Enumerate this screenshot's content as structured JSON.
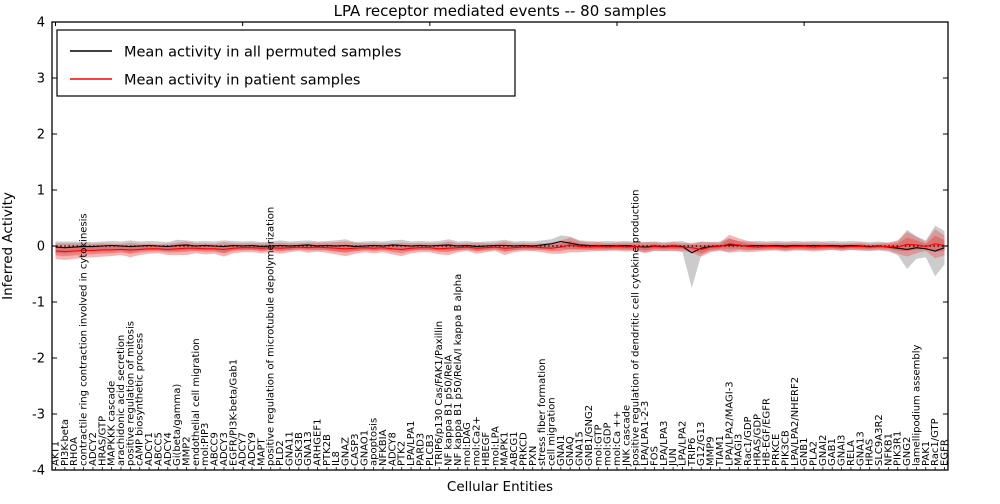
{
  "title": "LPA receptor mediated events -- 80 samples",
  "axes": {
    "ylabel": "Inferred Activity",
    "xlabel": "Cellular Entities",
    "yticks": [
      "4",
      "3",
      "2",
      "1",
      "0",
      "-1",
      "-2",
      "-3",
      "-4"
    ],
    "ylim": [
      -4,
      4
    ]
  },
  "legend": {
    "items": [
      {
        "label": "Mean activity in all permuted samples",
        "color": "#000000"
      },
      {
        "label": "Mean activity in patient samples",
        "color": "#ff0000"
      }
    ]
  },
  "colors": {
    "permuted_line": "#000000",
    "patient_line": "#ff0000",
    "patient_band": "rgba(235,90,90,0.45)",
    "patient_band_inner": "rgba(225,50,50,0.38)",
    "permuted_band": "rgba(110,110,110,0.35)",
    "spine": "#000000",
    "background": "#ffffff"
  },
  "chart_data": {
    "type": "line",
    "title": "LPA receptor mediated events -- 80 samples",
    "xlabel": "Cellular Entities",
    "ylabel": "Inferred Activity",
    "ylim": [
      -4,
      4
    ],
    "grid": false,
    "legend_position": "upper left",
    "zero_line": {
      "style": "dotted",
      "color": "#000000",
      "y": 0
    },
    "categories": [
      "AKT1",
      "PI3K-beta",
      "RHOA",
      "contractile ring contraction involved in cytokinesis",
      "ADCY2",
      "HRAS/GTP",
      "MAPKKK cascade",
      "arachidonic acid secretion",
      "positive regulation of mitosis",
      "cAMP biosynthetic process",
      "ADCY1",
      "ABCC5",
      "ADCY4",
      "Gi(beta/gamma)",
      "MMP2",
      "endothelial cell migration",
      "mol:PIP3",
      "ABCC9",
      "ADCY3",
      "EGFR/PI3K-beta/Gab1",
      "ADCY7",
      "ADCY9",
      "MAPT",
      "positive regulation of microtubule depolymerization",
      "PLD2",
      "GNA11",
      "GSK3B",
      "GNA13",
      "ARHGEF1",
      "PTK2B",
      "IL8",
      "GNAZ",
      "CASP3",
      "GNAO1",
      "apoptosis",
      "NFKBIA",
      "ADCY8",
      "PTK2",
      "LPA/LPA1",
      "PARD3",
      "PLCB3",
      "TRIP6/p130 Cas/FAK1/Paxillin",
      "NF kappa B1 p50/RelA",
      "NF kappa B1 p50/RelA/I kappa B alpha",
      "mol:DAG",
      "mol:Ca2+",
      "HBEGF",
      "mol:LPA",
      "MAPK1",
      "ABCG1",
      "PRKCD",
      "PXN",
      "stress fiber formation",
      "cell migration",
      "GNAI1",
      "GNAQ",
      "GNA15",
      "GNB1/GNG2",
      "mol:GTP",
      "mol:GDP",
      "mol:Ca ++",
      "JNK cascade",
      "positive regulation of dendritic cell cytokine production",
      "LPA/LPA1-2-3",
      "FOS",
      "LPA/LPA3",
      "JUN",
      "LPA/LPA2",
      "TRIP6",
      "G12/G13",
      "MMP9",
      "TIAM1",
      "LPA/LPA2/MAGI-3",
      "MAGI3",
      "Rac1/GDP",
      "HRAS/GDP",
      "HB-EGF/EGFR",
      "PRKCE",
      "PIK3CB",
      "LPA/LPA2/NHERF2",
      "GNB1",
      "PLA2",
      "GNAI2",
      "GAB1",
      "GNAI3",
      "RELA",
      "GNA13",
      "HRAS",
      "SLC9A3R2",
      "NFKB1",
      "PIK3R1",
      "GNG2",
      "lamellipodium assembly",
      "PAK1",
      "Rac1/GTP",
      "EGFR"
    ],
    "series": [
      {
        "name": "Mean activity in all permuted samples",
        "color": "#000000",
        "values": [
          -0.02,
          -0.03,
          -0.02,
          -0.01,
          -0.01,
          0,
          0.01,
          0,
          -0.01,
          0,
          0.01,
          0,
          -0.01,
          0.01,
          0.02,
          0,
          0.01,
          0,
          -0.01,
          0.01,
          0,
          0.01,
          -0.01,
          0,
          0.01,
          0,
          0.01,
          0.02,
          0,
          0.01,
          0,
          0.01,
          -0.01,
          0,
          0.01,
          0,
          0.02,
          0.01,
          0,
          0.01,
          0,
          0.01,
          0.02,
          0,
          0.01,
          -0.01,
          0,
          0.01,
          0.01,
          0,
          0.01,
          0,
          0.02,
          0.04,
          0.08,
          0.05,
          0.02,
          0.01,
          0,
          0.01,
          0,
          0.01,
          -0.01,
          -0.02,
          0,
          -0.01,
          0,
          -0.01,
          -0.12,
          -0.04,
          -0.01,
          0,
          0.02,
          0.01,
          0,
          0.01,
          0,
          0.01,
          0,
          0.01,
          0,
          0.01,
          0,
          0.01,
          0,
          0.01,
          0,
          -0.01,
          0,
          -0.02,
          -0.04,
          -0.06,
          -0.03,
          -0.05,
          -0.09,
          -0.03
        ]
      },
      {
        "name": "Mean activity in patient samples",
        "color": "#ff0000",
        "values": [
          -0.09,
          -0.1,
          -0.09,
          -0.08,
          -0.08,
          -0.07,
          -0.07,
          -0.06,
          -0.07,
          -0.06,
          -0.05,
          -0.05,
          -0.06,
          -0.05,
          -0.04,
          -0.04,
          -0.05,
          -0.05,
          -0.06,
          -0.04,
          -0.03,
          -0.03,
          -0.04,
          -0.03,
          -0.04,
          -0.03,
          -0.02,
          -0.03,
          -0.02,
          -0.03,
          -0.04,
          -0.05,
          -0.04,
          -0.03,
          -0.04,
          -0.03,
          -0.05,
          -0.06,
          -0.04,
          -0.03,
          -0.03,
          -0.05,
          -0.04,
          -0.03,
          -0.02,
          -0.04,
          -0.03,
          -0.02,
          -0.04,
          -0.03,
          -0.02,
          -0.02,
          -0.03,
          -0.04,
          -0.02,
          0.02,
          -0.01,
          -0.02,
          -0.01,
          -0.02,
          -0.01,
          -0.02,
          -0.01,
          -0.03,
          -0.01,
          -0.02,
          -0.01,
          -0.02,
          -0.03,
          -0.06,
          -0.02,
          -0.01,
          0.04,
          0.02,
          -0.01,
          -0.02,
          -0.01,
          -0.01,
          -0.02,
          -0.01,
          -0.01,
          -0.02,
          -0.01,
          -0.01,
          -0.02,
          -0.01,
          -0.01,
          -0.02,
          -0.01,
          -0.01,
          -0.02,
          0.03,
          0.02,
          -0.01,
          0.04,
          0.01
        ]
      }
    ],
    "bands": [
      {
        "name": "patient-envelope",
        "series": 1,
        "half_widths": [
          0.14,
          0.15,
          0.14,
          0.13,
          0.12,
          0.12,
          0.11,
          0.1,
          0.13,
          0.1,
          0.09,
          0.08,
          0.1,
          0.11,
          0.12,
          0.09,
          0.1,
          0.09,
          0.13,
          0.09,
          0.08,
          0.08,
          0.09,
          0.08,
          0.1,
          0.08,
          0.07,
          0.09,
          0.08,
          0.09,
          0.11,
          0.13,
          0.1,
          0.08,
          0.09,
          0.08,
          0.1,
          0.12,
          0.09,
          0.08,
          0.08,
          0.1,
          0.12,
          0.08,
          0.07,
          0.1,
          0.08,
          0.07,
          0.12,
          0.08,
          0.07,
          0.07,
          0.08,
          0.1,
          0.12,
          0.13,
          0.1,
          0.08,
          0.08,
          0.07,
          0.07,
          0.08,
          0.07,
          0.1,
          0.08,
          0.07,
          0.08,
          0.07,
          0.09,
          0.13,
          0.09,
          0.07,
          0.16,
          0.12,
          0.1,
          0.08,
          0.07,
          0.07,
          0.08,
          0.07,
          0.07,
          0.08,
          0.07,
          0.06,
          0.07,
          0.06,
          0.07,
          0.06,
          0.06,
          0.07,
          0.12,
          0.22,
          0.15,
          0.08,
          0.26,
          0.18
        ],
        "lo_overrides": {}
      },
      {
        "name": "permuted-envelope",
        "series": 0,
        "half_widths": [
          0.1,
          0.11,
          0.1,
          0.09,
          0.08,
          0.08,
          0.08,
          0.08,
          0.11,
          0.08,
          0.08,
          0.08,
          0.08,
          0.1,
          0.08,
          0.08,
          0.08,
          0.08,
          0.11,
          0.08,
          0.08,
          0.08,
          0.08,
          0.08,
          0.09,
          0.08,
          0.08,
          0.08,
          0.08,
          0.08,
          0.1,
          0.11,
          0.08,
          0.08,
          0.08,
          0.08,
          0.08,
          0.1,
          0.08,
          0.08,
          0.08,
          0.08,
          0.1,
          0.08,
          0.08,
          0.08,
          0.08,
          0.08,
          0.1,
          0.08,
          0.08,
          0.08,
          0.08,
          0.08,
          0.11,
          0.12,
          0.08,
          0.08,
          0.08,
          0.08,
          0.08,
          0.08,
          0.08,
          0.09,
          0.08,
          0.08,
          0.08,
          0.1,
          0.15,
          0.12,
          0.08,
          0.08,
          0.12,
          0.08,
          0.08,
          0.08,
          0.08,
          0.08,
          0.08,
          0.08,
          0.08,
          0.08,
          0.08,
          0.08,
          0.08,
          0.08,
          0.08,
          0.08,
          0.08,
          0.08,
          0.12,
          0.35,
          0.2,
          0.15,
          0.45,
          0.3
        ],
        "lo_overrides": {
          "68": -0.75
        }
      }
    ]
  }
}
